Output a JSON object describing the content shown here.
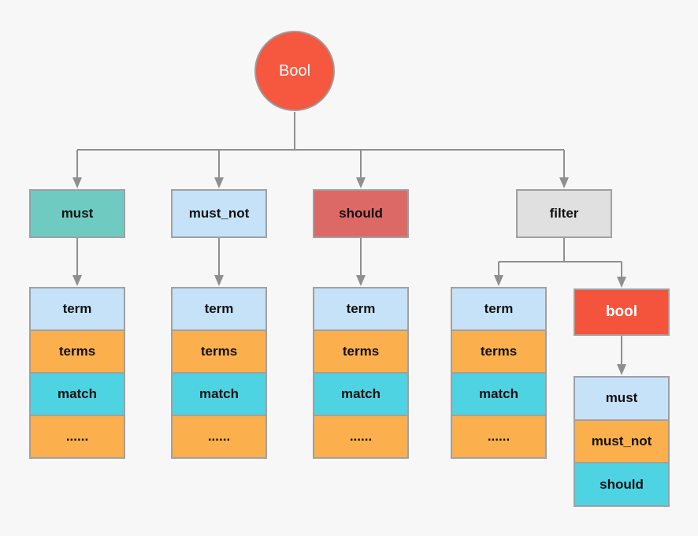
{
  "root": {
    "label": "Bool"
  },
  "branches": [
    {
      "label": "must"
    },
    {
      "label": "must_not"
    },
    {
      "label": "should"
    },
    {
      "label": "filter"
    }
  ],
  "stacks": [
    {
      "parent": "must",
      "cells": [
        "term",
        "terms",
        "match",
        "......"
      ]
    },
    {
      "parent": "must_not",
      "cells": [
        "term",
        "terms",
        "match",
        "......"
      ]
    },
    {
      "parent": "should",
      "cells": [
        "term",
        "terms",
        "match",
        "......"
      ]
    },
    {
      "parent": "filter",
      "cells": [
        "term",
        "terms",
        "match",
        "......"
      ]
    }
  ],
  "bool_node": {
    "label": "bool"
  },
  "bool_stack": {
    "cells": [
      "must",
      "must_not",
      "should"
    ]
  },
  "colors": {
    "root_fill": "#F5573F",
    "must_fill": "#6FCBC1",
    "light_blue": "#C5E2F8",
    "should_fill": "#DC6965",
    "filter_fill": "#E0E0E0",
    "orange": "#FBB04D",
    "cyan": "#4ED3E3",
    "connector": "#8F8F8F",
    "background": "#F7F7F8"
  }
}
